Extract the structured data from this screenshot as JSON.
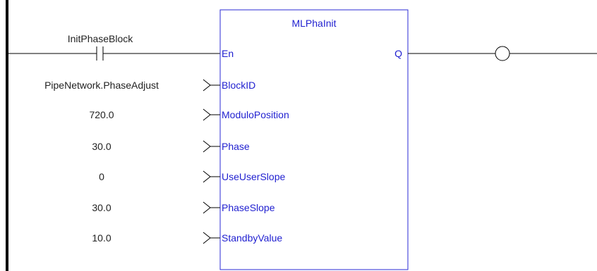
{
  "block": {
    "title": "MLPhaInit",
    "enable_pin": "En",
    "output_pin": "Q"
  },
  "contact": {
    "label": "InitPhaseBlock"
  },
  "inputs": [
    {
      "value": "PipeNetwork.PhaseAdjust",
      "pin": "BlockID"
    },
    {
      "value": "720.0",
      "pin": "ModuloPosition"
    },
    {
      "value": "30.0",
      "pin": "Phase"
    },
    {
      "value": "0",
      "pin": "UseUserSlope"
    },
    {
      "value": "30.0",
      "pin": "PhaseSlope"
    },
    {
      "value": "10.0",
      "pin": "StandbyValue"
    }
  ],
  "colors": {
    "block_border": "#2a2ad6",
    "pin_text": "#1f1fd0",
    "wire": "#000000",
    "power_rail": "#000000"
  },
  "icons": [
    "contact-icon",
    "coil-icon",
    "input-connector-icon"
  ]
}
